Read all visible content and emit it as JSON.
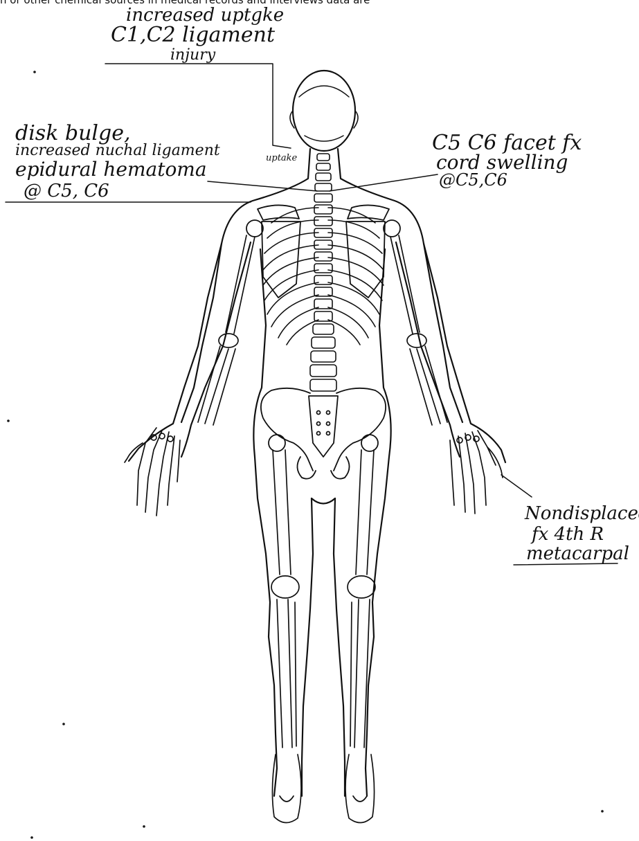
{
  "header_text": "n or other chemical sources in medical records and interviews data are",
  "annotations": {
    "c1c2": {
      "line1": "increased uptgke",
      "line2": "C1,C2 ligament",
      "line3": "injury"
    },
    "left": {
      "line1": "disk bulge,",
      "line2": "increased nuchal ligament",
      "line2_sup": "uptake",
      "line3": "epidural hematoma",
      "line4": "@ C5, C6"
    },
    "right": {
      "line1": "C5 C6 facet fx",
      "line2": "cord swelling",
      "line3": "@C5,C6"
    },
    "hand": {
      "line1": "Nondisplaced",
      "line2": "fx 4th R",
      "line3": "metacarpal"
    }
  },
  "colors": {
    "ink": "#111111",
    "paper": "#ffffff"
  }
}
